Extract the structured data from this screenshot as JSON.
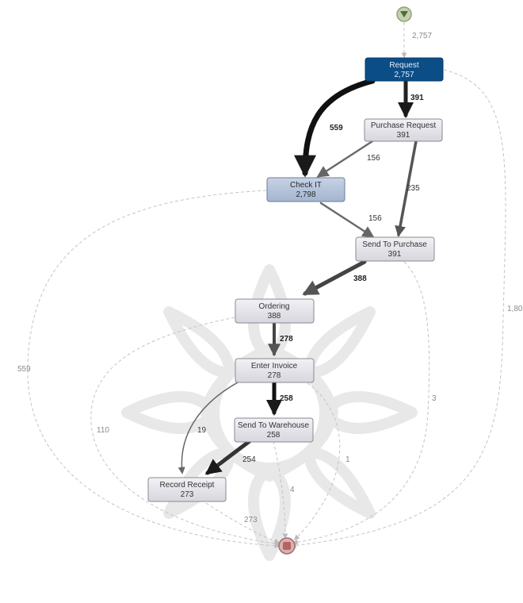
{
  "colors": {
    "start_fill": "#b9c9a4",
    "start_inner": "#5a7a3a",
    "end_fill": "#d9a3a3",
    "end_inner": "#a04040",
    "request_fill": "#0a4f8a",
    "checkit_fill": "#b5c4da",
    "node_fill": "#e6e4ea",
    "node_stroke": "#8a8a90",
    "dashed_edge": "#c8c8c8",
    "watermark": "#dcdcdc"
  },
  "nodes": {
    "request": {
      "title": "Request",
      "count": "2,757"
    },
    "purchase_request": {
      "title": "Purchase Request",
      "count": "391"
    },
    "check_it": {
      "title": "Check IT",
      "count": "2,798"
    },
    "send_to_purchase": {
      "title": "Send To Purchase",
      "count": "391"
    },
    "ordering": {
      "title": "Ordering",
      "count": "388"
    },
    "enter_invoice": {
      "title": "Enter Invoice",
      "count": "278"
    },
    "send_to_warehouse": {
      "title": "Send To Warehouse",
      "count": "258"
    },
    "record_receipt": {
      "title": "Record Receipt",
      "count": "273"
    }
  },
  "edges": {
    "start_request": "2,757",
    "request_purchase": "391",
    "request_checkit": "559",
    "purchase_checkit": "156",
    "purchase_sendpurchase": "235",
    "checkit_sendpurchase": "156",
    "sendpurchase_ordering": "388",
    "ordering_invoice": "278",
    "invoice_warehouse": "258",
    "invoice_record": "19",
    "warehouse_record": "254",
    "checkit_end": "559",
    "request_end": "1,80",
    "ordering_end": "110",
    "sendpurchase_end": "3",
    "invoice_end": "1",
    "warehouse_end": "4",
    "record_end": "273"
  }
}
